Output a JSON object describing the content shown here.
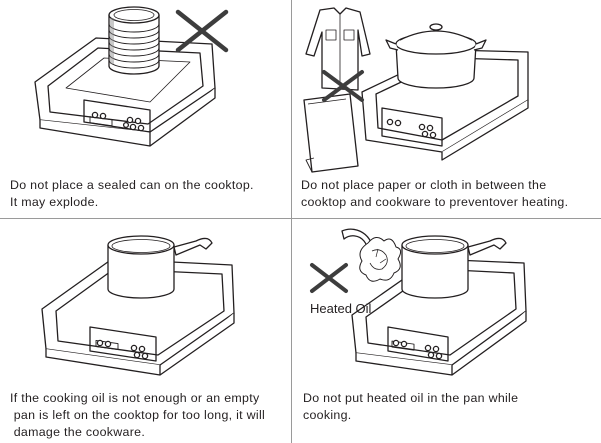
{
  "panels": [
    {
      "caption_lines": [
        "Do not place a sealed can on the cooktop.",
        "It may explode."
      ]
    },
    {
      "caption_lines": [
        "Do not place paper or cloth in between the",
        "cooktop and cookware to preventover heating."
      ]
    },
    {
      "caption_lines": [
        "If the cooking oil is not enough or an empty",
        " pan is left on the cooktop for too long, it will",
        " damage the cookware."
      ]
    },
    {
      "caption_lines": [
        "Do not put heated oil in the pan while",
        "cooking."
      ],
      "callout_label": "Heated Oil"
    }
  ],
  "icons": [
    "prohibited-x-icon",
    "sealed-can",
    "shirt",
    "paper-sheet",
    "cooking-pot",
    "saucepan",
    "induction-cooktop"
  ]
}
